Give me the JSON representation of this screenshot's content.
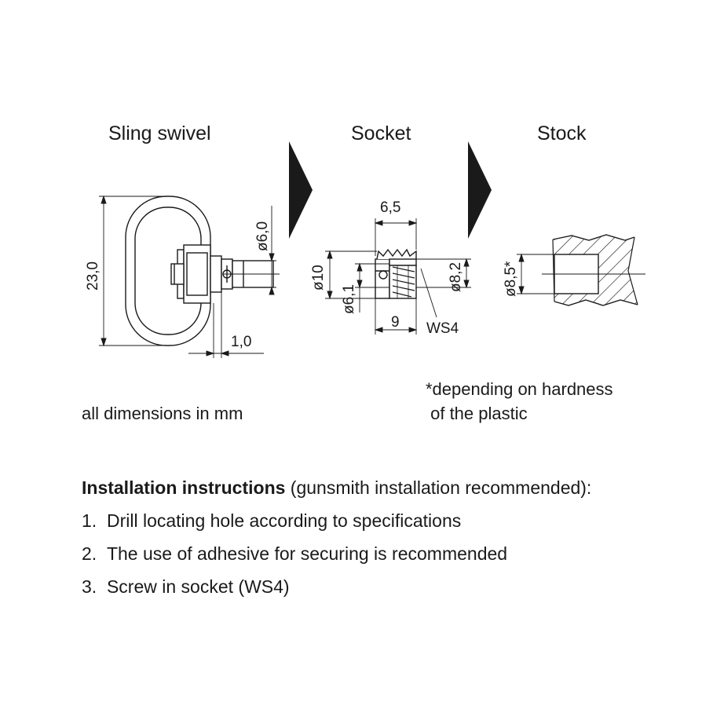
{
  "headings": {
    "sling_swivel": "Sling swivel",
    "socket": "Socket",
    "stock": "Stock"
  },
  "dimensions": {
    "swivel_height": "23,0",
    "swivel_diameter": "ø6,0",
    "swivel_gap": "1,0",
    "socket_top": "6,5",
    "socket_outer": "ø10",
    "socket_inner": "ø6,1",
    "socket_thread": "ø8,2",
    "socket_length": "9",
    "socket_thread_name": "WS4",
    "stock_hole": "ø8,5*"
  },
  "notes": {
    "units": "all dimensions in mm",
    "hardness_line1": "*depending on hardness",
    "hardness_line2": " of the plastic"
  },
  "instructions": {
    "title_bold": "Installation instructions",
    "title_rest": " (gunsmith installation recommended):",
    "steps": [
      {
        "num": "1.",
        "text": "Drill locating hole according to specifications"
      },
      {
        "num": "2.",
        "text": "The use of adhesive for securing is recommended"
      },
      {
        "num": "3.",
        "text": "Screw in socket (WS4)"
      }
    ]
  },
  "colors": {
    "ink": "#1a1a1a",
    "background": "#ffffff"
  }
}
